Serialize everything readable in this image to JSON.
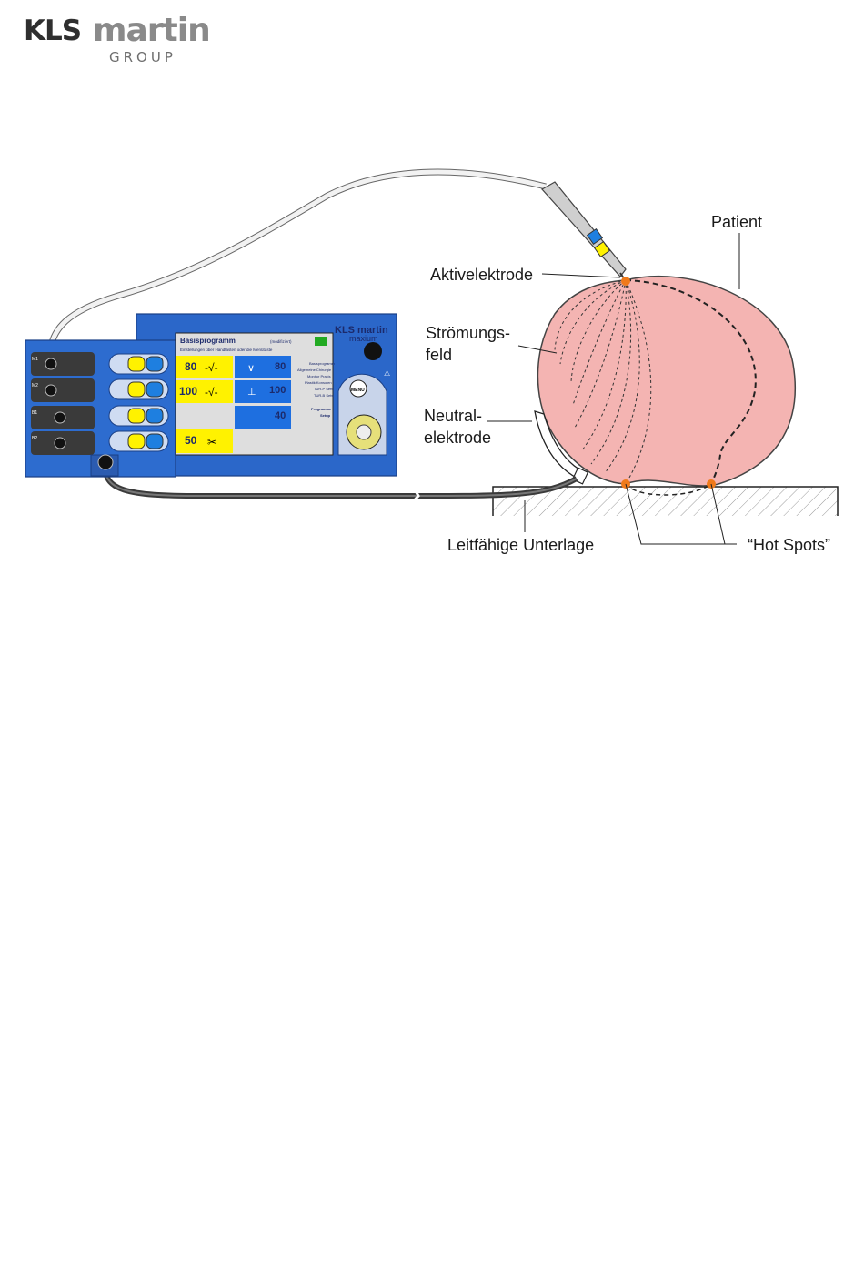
{
  "logo": {
    "brand_bold": "KLS",
    "brand_light": "martin",
    "group": "GROUP"
  },
  "labels": {
    "patient": "Patient",
    "active_electrode": "Aktivelektrode",
    "flow_field_line1": "Strömungs-",
    "flow_field_line2": "feld",
    "neutral_line1": "Neutral-",
    "neutral_line2": "elektrode",
    "conductive_base": "Leitfähige Unterlage",
    "hot_spots": "“Hot Spots”"
  },
  "device": {
    "brand": "KLS martin",
    "model": "maxium",
    "program_title": "Basisprogramm",
    "program_status": "(modifiziert)",
    "program_subtitle": "Einstellungen über Handtasten oder die Menütaste",
    "menu_button": "MENU",
    "cut_values": [
      "80",
      "100"
    ],
    "coag_values": [
      "80",
      "100",
      "40"
    ],
    "bipolar_value": "50",
    "menu_items": [
      "Basisprogramm",
      "Allgemeine Chirurgie",
      "Monitor Praxis",
      "Plastik Konsolen",
      "TUR-P Sets",
      "TUR-B Sets"
    ],
    "menu_footer": [
      "Programme",
      "Setup"
    ],
    "sockets": [
      "M1",
      "M2",
      "B1",
      "B2"
    ]
  },
  "colors": {
    "device_blue": "#2b67c9",
    "screen_yellow": "#fff200",
    "patient_pink": "#f4b4b2",
    "hot_spot": "#f07a1a"
  }
}
